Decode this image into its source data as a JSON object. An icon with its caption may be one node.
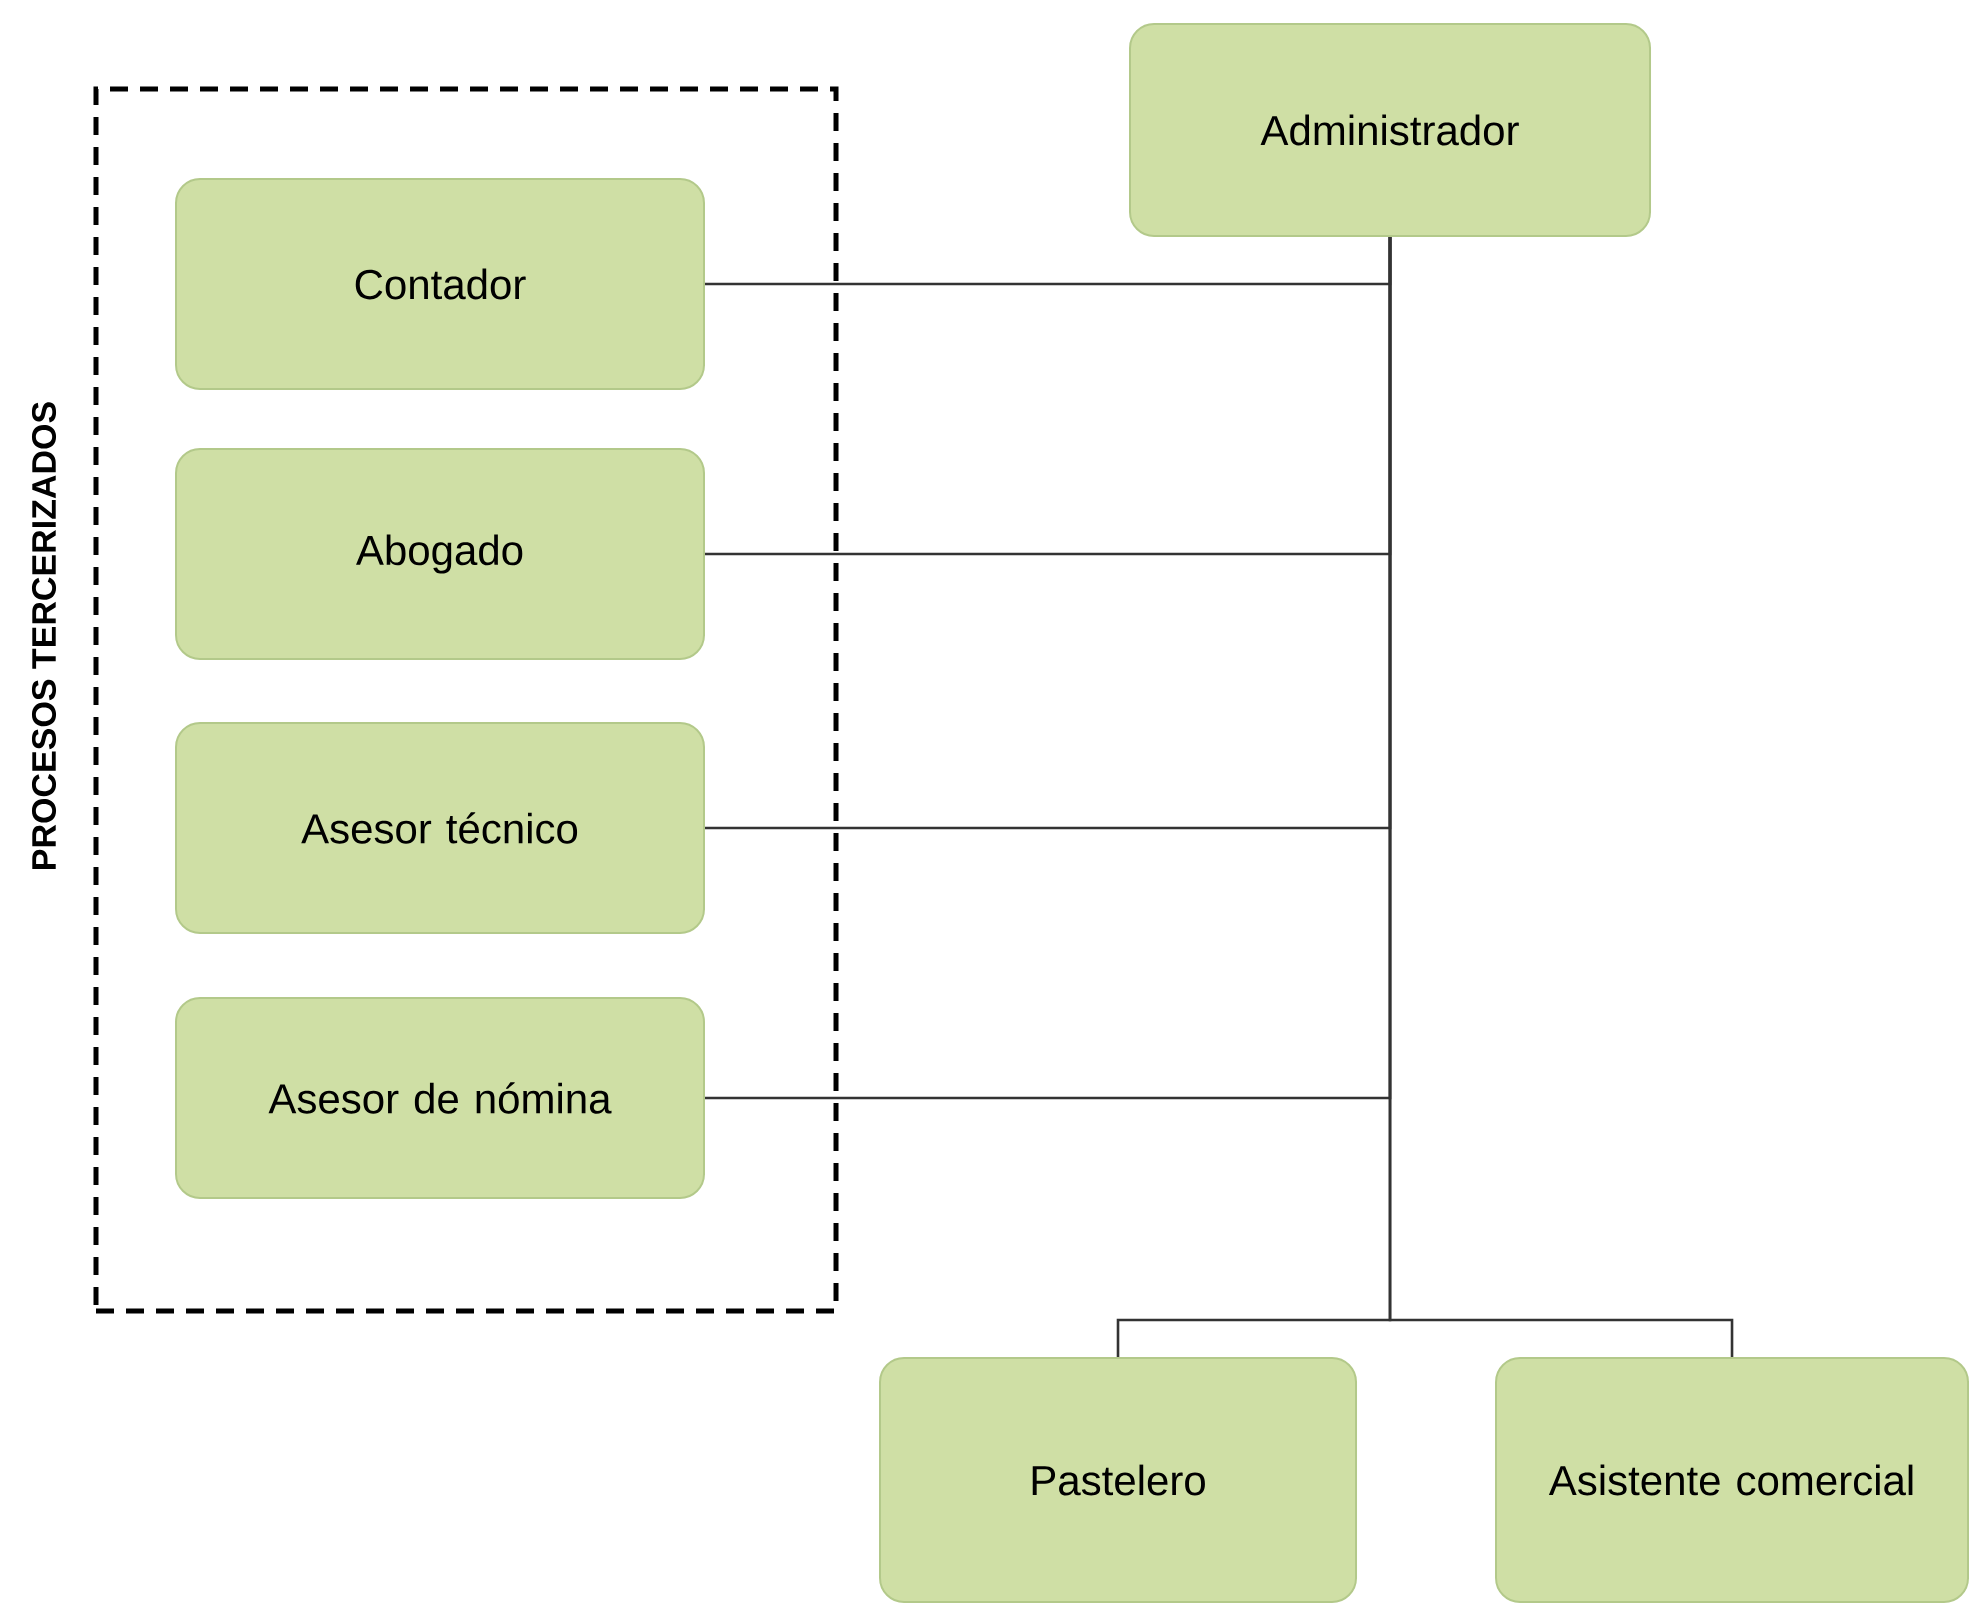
{
  "diagram": {
    "nodes": [
      {
        "text": [
          "PROCESOS TERCERIZADOS"
        ]
      },
      {
        "text": [
          "Contador"
        ],
        "in": 0
      },
      {
        "text": [
          "Abogado"
        ],
        "in": 0
      },
      {
        "text": [
          "Asesor técnico"
        ],
        "in": 0
      },
      {
        "text": [
          "Asesor de nómina"
        ],
        "in": 0
      },
      {
        "text": [
          "Administrador"
        ]
      },
      {
        "text": [
          "Pastelero"
        ]
      },
      {
        "text": [
          "Asistente comercial"
        ]
      }
    ],
    "edges": [
      {
        "from": 5,
        "to": 1,
        "arrow": "none"
      },
      {
        "from": 5,
        "to": 2,
        "arrow": "none"
      },
      {
        "from": 5,
        "to": 3,
        "arrow": "none"
      },
      {
        "from": 5,
        "to": 4,
        "arrow": "none"
      },
      {
        "from": 5,
        "to": 6,
        "arrow": "none"
      },
      {
        "from": 5,
        "to": 7,
        "arrow": "none"
      }
    ]
  }
}
